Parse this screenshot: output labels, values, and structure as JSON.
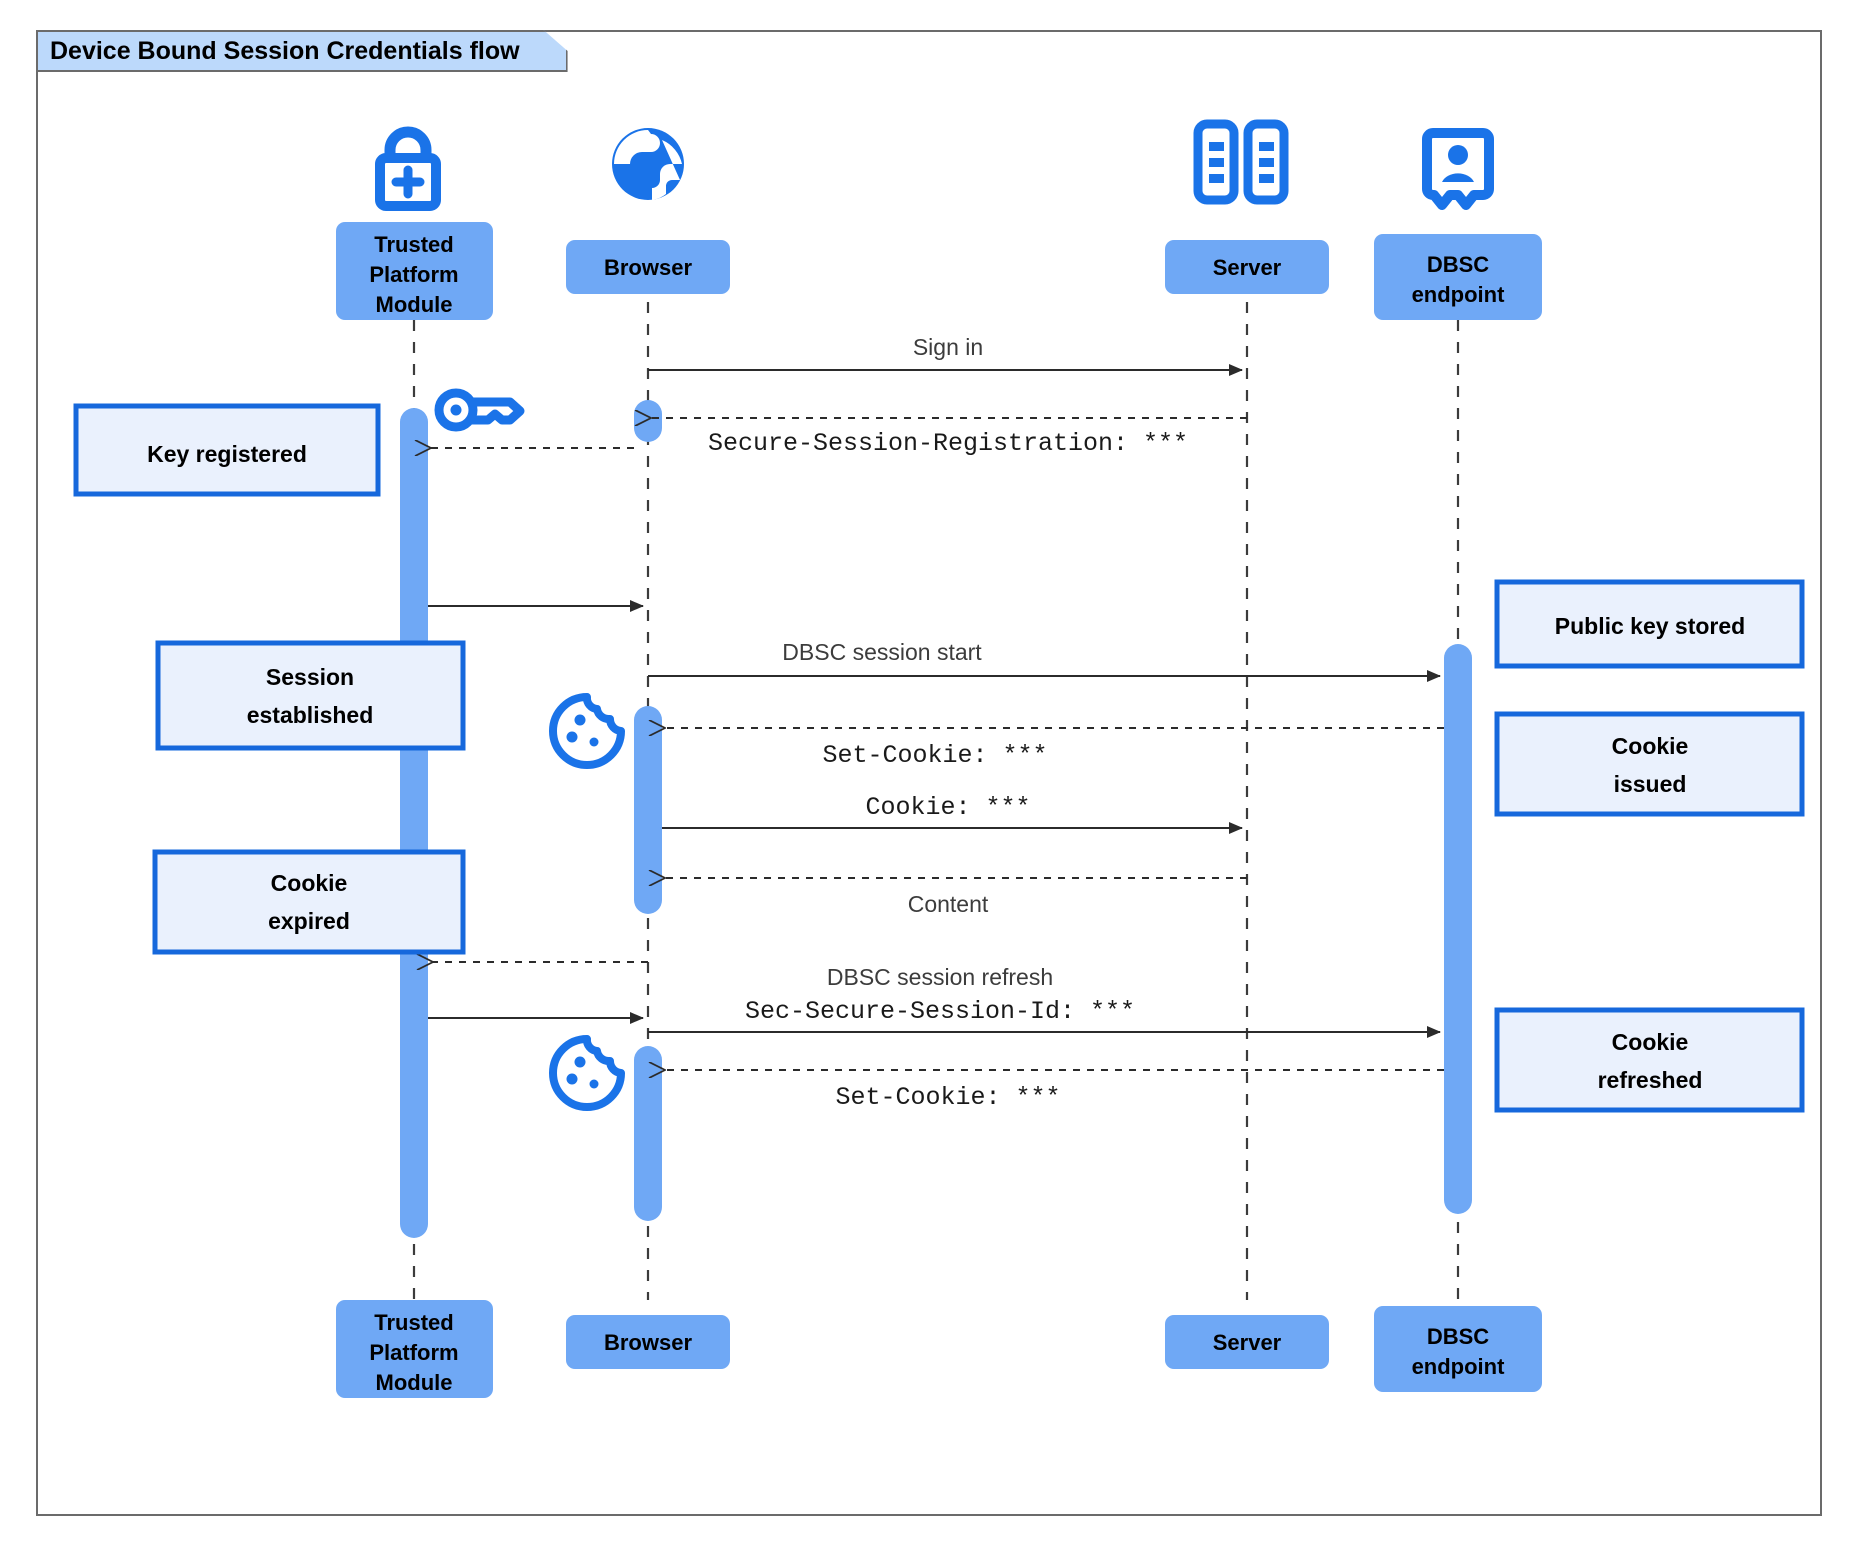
{
  "diagram": {
    "type": "uml-sequence-diagram",
    "frame_title": "Device Bound Session Credentials flow",
    "colors": {
      "participant_fill": "#6fa8f5",
      "activation_fill": "#6fa8f5",
      "note_fill": "#eaf1fd",
      "note_border": "#1668dc",
      "icon_blue": "#1a73e8",
      "frame_border": "#6b6b6b",
      "frame_title_fill": "#bcd9fb",
      "lifeline": "#3c3c3c",
      "arrow": "#2b2b2b"
    }
  },
  "participants": [
    {
      "id": "tpm",
      "label": "Trusted Platform Module",
      "lines": [
        "Trusted",
        "Platform",
        "Module"
      ],
      "icon": "lock-plus-icon"
    },
    {
      "id": "browser",
      "label": "Browser",
      "lines": [
        "Browser"
      ],
      "icon": "globe-icon"
    },
    {
      "id": "server",
      "label": "Server",
      "lines": [
        "Server"
      ],
      "icon": "server-rack-icon"
    },
    {
      "id": "dbsc",
      "label": "DBSC endpoint",
      "lines": [
        "DBSC",
        "endpoint"
      ],
      "icon": "id-badge-icon"
    }
  ],
  "messages": [
    {
      "id": "m1",
      "from": "browser",
      "to": "server",
      "style": "solid",
      "label_sans": "Sign in",
      "label_mono": ""
    },
    {
      "id": "m2",
      "from": "server",
      "to": "browser",
      "style": "dashed",
      "label_sans": "",
      "label_mono": "Secure-Session-Registration: ***"
    },
    {
      "id": "m3",
      "from": "tpm",
      "to": "browser",
      "style": "solid",
      "label_sans": "",
      "label_mono": ""
    },
    {
      "id": "m4",
      "from": "browser",
      "to": "dbsc",
      "style": "solid",
      "label_sans": "DBSC session start",
      "label_mono": ""
    },
    {
      "id": "m5",
      "from": "dbsc",
      "to": "browser",
      "style": "dashed",
      "label_sans": "",
      "label_mono": "Set-Cookie: ***"
    },
    {
      "id": "m6",
      "from": "browser",
      "to": "server",
      "style": "solid",
      "label_sans": "",
      "label_mono": "Cookie: ***"
    },
    {
      "id": "m7",
      "from": "server",
      "to": "browser",
      "style": "dashed",
      "label_sans": "Content",
      "label_mono": ""
    },
    {
      "id": "m8",
      "from": "browser",
      "to": "tpm",
      "style": "dashed",
      "label_sans": "",
      "label_mono": ""
    },
    {
      "id": "m9",
      "from": "tpm",
      "to": "browser",
      "style": "solid",
      "label_sans": "",
      "label_mono": ""
    },
    {
      "id": "m10",
      "from": "browser",
      "to": "dbsc",
      "style": "solid",
      "label_sans": "DBSC session refresh",
      "label_mono": "Sec-Secure-Session-Id: ***"
    },
    {
      "id": "m11",
      "from": "dbsc",
      "to": "browser",
      "style": "dashed",
      "label_sans": "",
      "label_mono": "Set-Cookie: ***"
    }
  ],
  "notes": [
    {
      "id": "n1",
      "side": "left",
      "lines": [
        "Key registered"
      ],
      "attached_to": "tpm"
    },
    {
      "id": "n2",
      "side": "left",
      "lines": [
        "Session",
        "established"
      ],
      "attached_to": "tpm"
    },
    {
      "id": "n3",
      "side": "left",
      "lines": [
        "Cookie",
        "expired"
      ],
      "attached_to": "tpm"
    },
    {
      "id": "n4",
      "side": "right",
      "lines": [
        "Public key stored"
      ],
      "attached_to": "dbsc"
    },
    {
      "id": "n5",
      "side": "right",
      "lines": [
        "Cookie",
        "issued"
      ],
      "attached_to": "dbsc"
    },
    {
      "id": "n6",
      "side": "right",
      "lines": [
        "Cookie",
        "refreshed"
      ],
      "attached_to": "dbsc"
    }
  ],
  "inline_icons": [
    {
      "id": "i1",
      "name": "key-icon",
      "near": "tpm"
    },
    {
      "id": "i2",
      "name": "cookie-icon",
      "near": "browser"
    },
    {
      "id": "i3",
      "name": "cookie-icon",
      "near": "browser"
    }
  ]
}
